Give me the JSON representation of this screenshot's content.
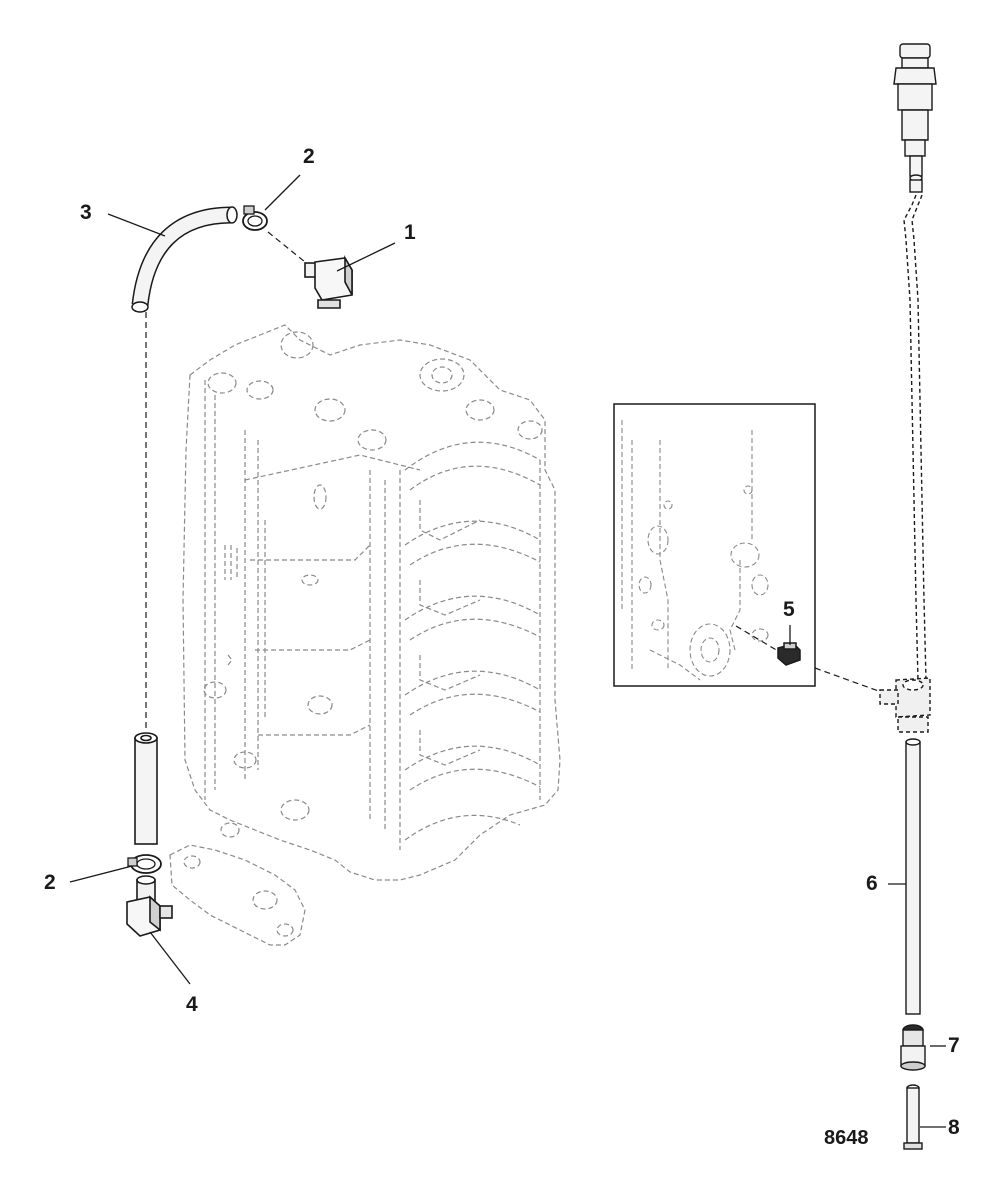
{
  "diagram": {
    "figure_number": "8648",
    "callouts": [
      {
        "id": "c1",
        "label": "1"
      },
      {
        "id": "c2a",
        "label": "2"
      },
      {
        "id": "c2b",
        "label": "2"
      },
      {
        "id": "c3",
        "label": "3"
      },
      {
        "id": "c4",
        "label": "4"
      },
      {
        "id": "c5",
        "label": "5"
      },
      {
        "id": "c6",
        "label": "6"
      },
      {
        "id": "c7",
        "label": "7"
      },
      {
        "id": "c8",
        "label": "8"
      }
    ],
    "colors": {
      "ink": "#1a1a1a",
      "hidden_line": "#8a8a8a",
      "part_fill": "#f2f2f2",
      "part_shade": "#cfcfcf"
    }
  }
}
